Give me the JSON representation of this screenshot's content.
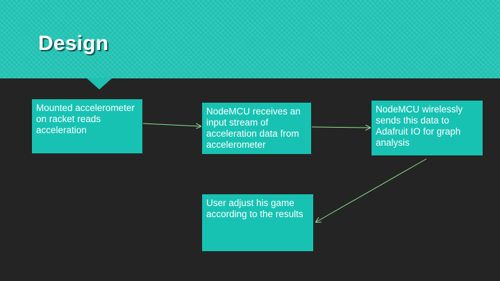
{
  "slide": {
    "title": "Design"
  },
  "boxes": {
    "box1": "Mounted accelerometer on racket reads acceleration",
    "box2": "NodeMCU receives an input stream of acceleration data from accelerometer",
    "box3": "NodeMCU wirelessly sends this data to Adafruit IO for graph analysis",
    "box4": "User adjust his game according to the results"
  },
  "colors": {
    "header": "#1fc1b2",
    "box": "#17c2b3",
    "background": "#242424",
    "arrow": "#8fe38f"
  }
}
